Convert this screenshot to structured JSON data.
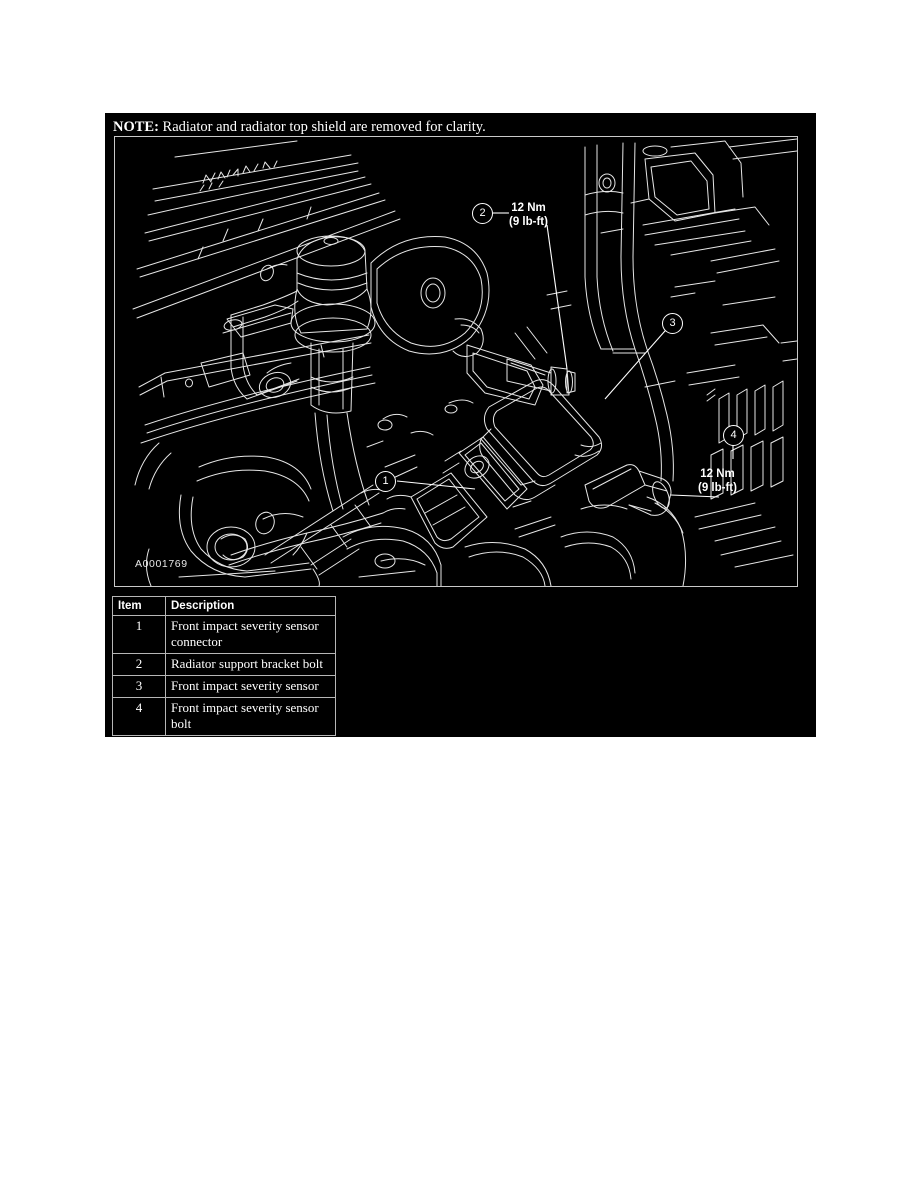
{
  "note": {
    "label": "NOTE:",
    "text": " Radiator and radiator top shield are removed for clarity."
  },
  "illustration": {
    "figure_id": "A0001769",
    "background_color": "#000000",
    "line_color": "#ffffff",
    "description": "Line-art view of engine compartment front area showing front impact severity sensor mounting, with radiator and radiator top shield removed",
    "callouts": [
      {
        "number": "1",
        "torque": null,
        "torque_alt": null
      },
      {
        "number": "2",
        "torque": "12 Nm",
        "torque_alt": "(9 lb-ft)"
      },
      {
        "number": "3",
        "torque": null,
        "torque_alt": null
      },
      {
        "number": "4",
        "torque": "12 Nm",
        "torque_alt": "(9 lb-ft)"
      }
    ]
  },
  "legend": {
    "headers": [
      "Item",
      "Description"
    ],
    "rows": [
      {
        "item": "1",
        "description": "Front impact severity sensor connector"
      },
      {
        "item": "2",
        "description": "Radiator support bracket bolt"
      },
      {
        "item": "3",
        "description": "Front impact severity sensor"
      },
      {
        "item": "4",
        "description": "Front impact severity sensor bolt"
      }
    ]
  }
}
